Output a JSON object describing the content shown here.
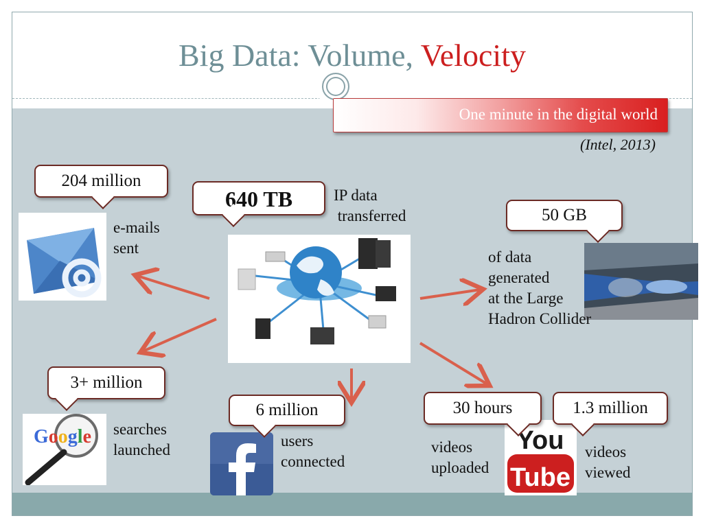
{
  "title": {
    "main": "Big Data: Volume, ",
    "accent": "Velocity"
  },
  "banner": {
    "text": "One minute in the digital world"
  },
  "citation": "(Intel, 2013)",
  "center": {
    "value": "640 TB",
    "caption_line1": "IP data",
    "caption_line2": " transferred"
  },
  "items": {
    "emails": {
      "value": "204 million",
      "line1": "e-mails",
      "line2": "sent"
    },
    "lhc": {
      "value": "50 GB",
      "line1": "of data",
      "line2": "generated",
      "line3": "at the Large",
      "line4": "Hadron Collider"
    },
    "searches": {
      "value": "3+ million",
      "line1": "searches",
      "line2": "launched"
    },
    "facebook": {
      "value": "6 million",
      "line1": "users",
      "line2": "connected"
    },
    "uploads": {
      "value": "30 hours",
      "line1": "videos",
      "line2": "uploaded"
    },
    "views": {
      "value": "1.3 million",
      "line1": "videos",
      "line2": "viewed"
    }
  },
  "logos": {
    "google": "Google",
    "youtube_top": "You",
    "youtube_bottom": "Tube",
    "facebook": "f"
  },
  "icons": [
    "email-icon",
    "network-globe-icon",
    "particle-accelerator-image",
    "google-search-icon",
    "facebook-icon",
    "youtube-icon"
  ],
  "colors": {
    "title": "#6e8f96",
    "accent": "#cc1f1f",
    "content_bg": "#c5d1d6",
    "footer_bg": "#89a9ab",
    "arrow": "#d9604c"
  }
}
